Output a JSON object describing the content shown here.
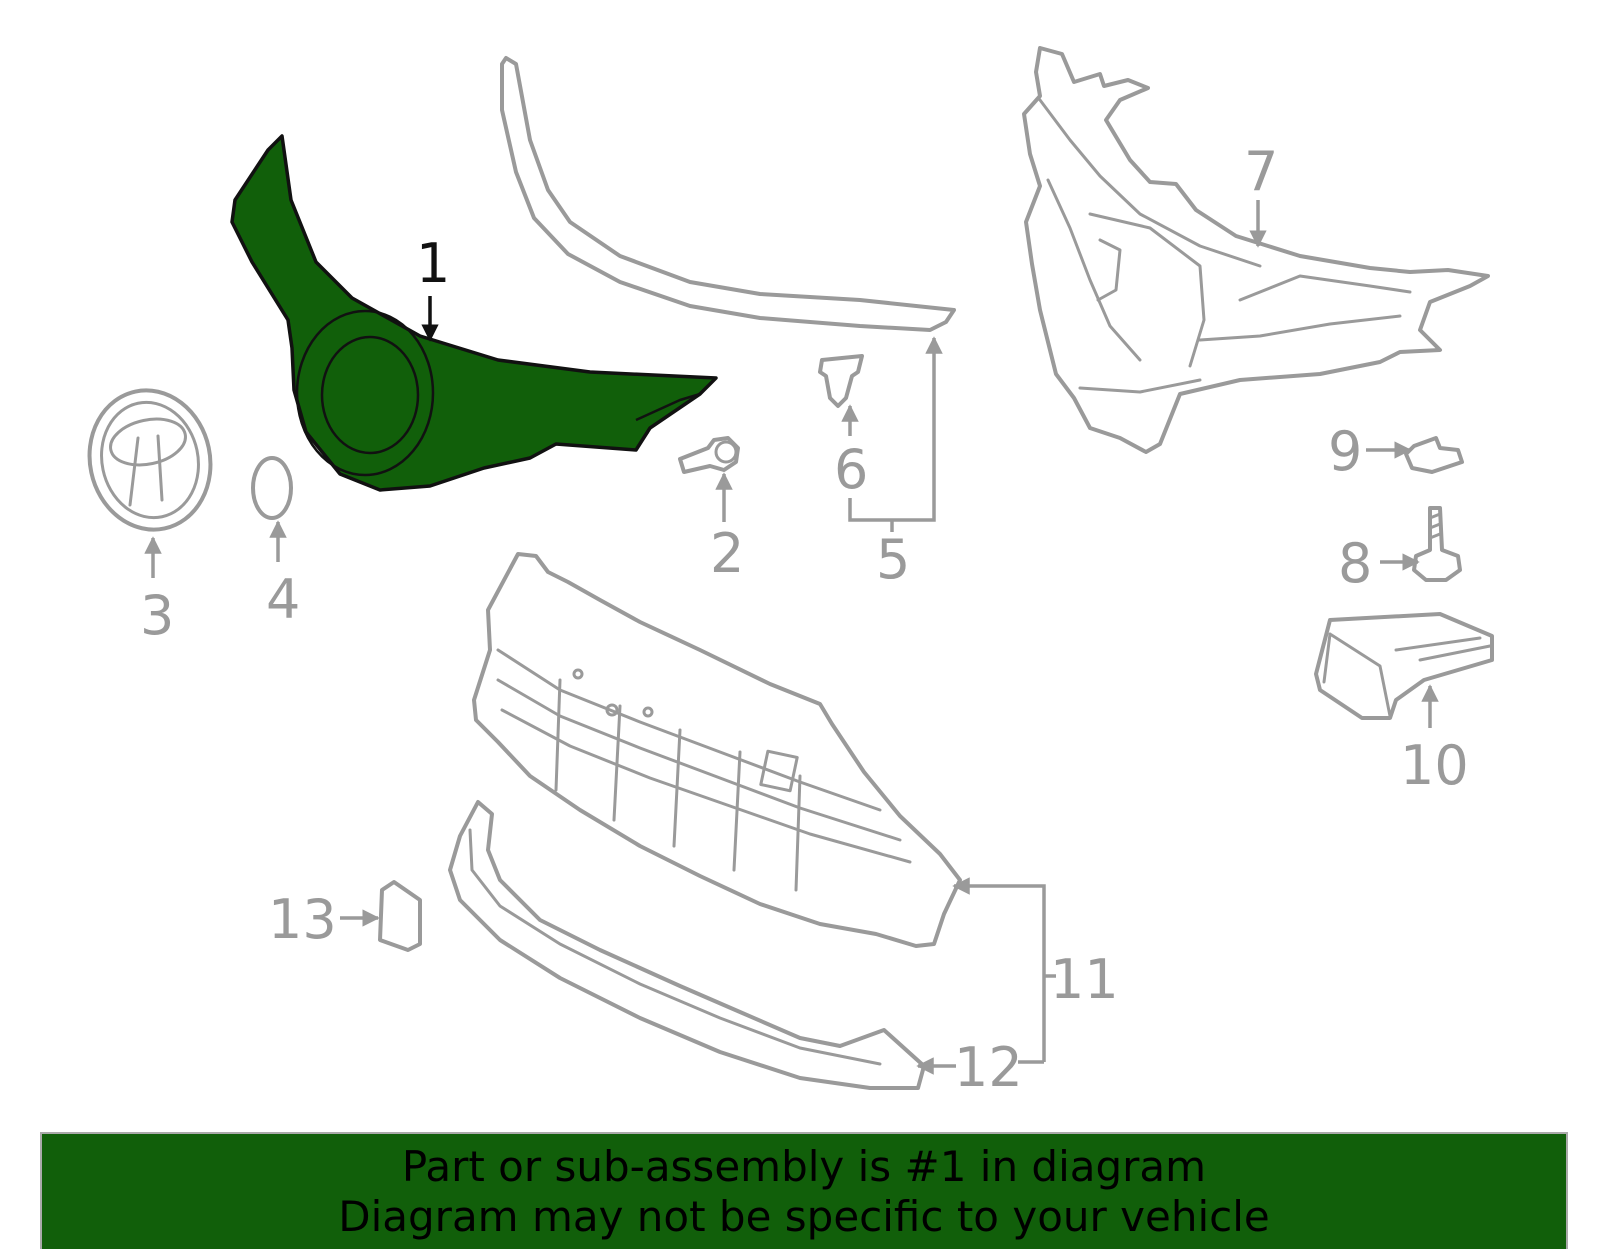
{
  "footer": {
    "line1": "Part or sub-assembly is #1 in diagram",
    "line2": "Diagram may not be specific to your vehicle",
    "background": "#115F0A"
  },
  "highlight_color": "#115F0A",
  "parts": [
    {
      "id": "part-1",
      "callout": "1",
      "highlighted": true
    },
    {
      "id": "part-2",
      "callout": "2",
      "highlighted": false
    },
    {
      "id": "part-3",
      "callout": "3",
      "highlighted": false
    },
    {
      "id": "part-4",
      "callout": "4",
      "highlighted": false
    },
    {
      "id": "part-5",
      "callout": "5",
      "highlighted": false
    },
    {
      "id": "part-6",
      "callout": "6",
      "highlighted": false
    },
    {
      "id": "part-7",
      "callout": "7",
      "highlighted": false
    },
    {
      "id": "part-8",
      "callout": "8",
      "highlighted": false
    },
    {
      "id": "part-9",
      "callout": "9",
      "highlighted": false
    },
    {
      "id": "part-10",
      "callout": "10",
      "highlighted": false
    },
    {
      "id": "part-11",
      "callout": "11",
      "highlighted": false
    },
    {
      "id": "part-12",
      "callout": "12",
      "highlighted": false
    },
    {
      "id": "part-13",
      "callout": "13",
      "highlighted": false
    }
  ]
}
